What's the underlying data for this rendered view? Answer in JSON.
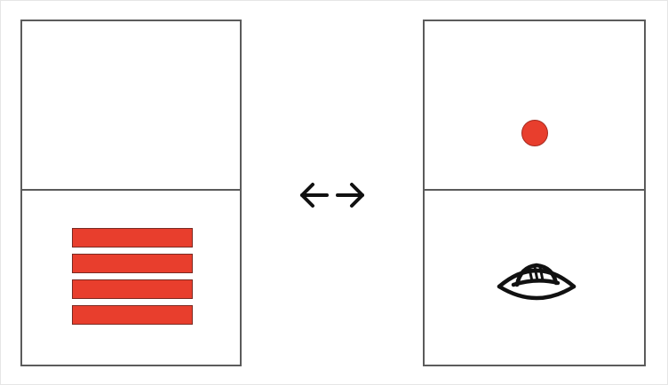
{
  "colors": {
    "accent": "#e83e2d",
    "border": "#5b5b5b",
    "ink": "#111111",
    "background": "#ffffff"
  },
  "left_card": {
    "top_cell": {
      "content": "empty"
    },
    "bottom_cell": {
      "symbol": "stacked-bars",
      "bar_count": 4
    }
  },
  "connector": {
    "icon": "bidirectional-arrow-icon"
  },
  "right_card": {
    "top_cell": {
      "symbol": "red-dot"
    },
    "bottom_cell": {
      "symbol": "eye-icon"
    }
  }
}
